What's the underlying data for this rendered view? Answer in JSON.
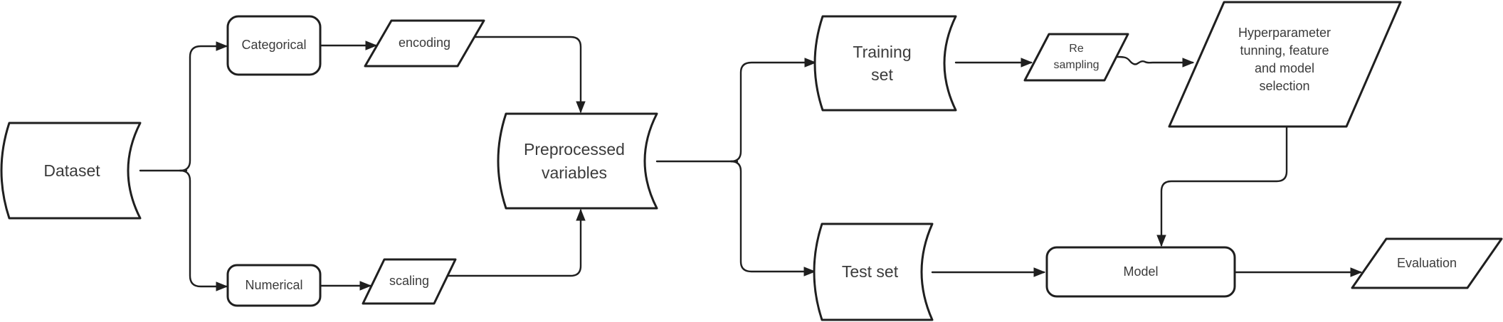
{
  "diagram": {
    "title": "ML preprocessing and modeling pipeline flowchart",
    "background_color": "#ffffff",
    "stroke_color": "#1f1f1f",
    "text_color": "#3b3b3b",
    "nodes": [
      {
        "id": "dataset",
        "label": "Dataset",
        "shape": "stored-data"
      },
      {
        "id": "categorical",
        "label": "Categorical",
        "shape": "rounded-rectangle"
      },
      {
        "id": "encoding",
        "label": "encoding",
        "shape": "parallelogram"
      },
      {
        "id": "numerical",
        "label": "Numerical",
        "shape": "rounded-rectangle"
      },
      {
        "id": "scaling",
        "label": "scaling",
        "shape": "parallelogram"
      },
      {
        "id": "preprocessed",
        "label": "Preprocessed\nvariables",
        "shape": "stored-data"
      },
      {
        "id": "training-set",
        "label": "Training\nset",
        "shape": "stored-data"
      },
      {
        "id": "test-set",
        "label": "Test set",
        "shape": "stored-data"
      },
      {
        "id": "resampling",
        "label": "Re\nsampling",
        "shape": "parallelogram"
      },
      {
        "id": "hyperparameter",
        "label": "Hyperparameter\ntunning, feature\nand model\nselection",
        "shape": "parallelogram"
      },
      {
        "id": "model",
        "label": "Model",
        "shape": "rounded-rectangle"
      },
      {
        "id": "evaluation",
        "label": "Evaluation",
        "shape": "parallelogram"
      }
    ],
    "edges": [
      {
        "from": "dataset",
        "to": "categorical"
      },
      {
        "from": "dataset",
        "to": "numerical"
      },
      {
        "from": "categorical",
        "to": "encoding"
      },
      {
        "from": "numerical",
        "to": "scaling"
      },
      {
        "from": "encoding",
        "to": "preprocessed"
      },
      {
        "from": "scaling",
        "to": "preprocessed"
      },
      {
        "from": "preprocessed",
        "to": "training-set"
      },
      {
        "from": "preprocessed",
        "to": "test-set"
      },
      {
        "from": "training-set",
        "to": "resampling"
      },
      {
        "from": "resampling",
        "to": "hyperparameter"
      },
      {
        "from": "hyperparameter",
        "to": "model"
      },
      {
        "from": "test-set",
        "to": "model"
      },
      {
        "from": "model",
        "to": "evaluation"
      }
    ]
  }
}
